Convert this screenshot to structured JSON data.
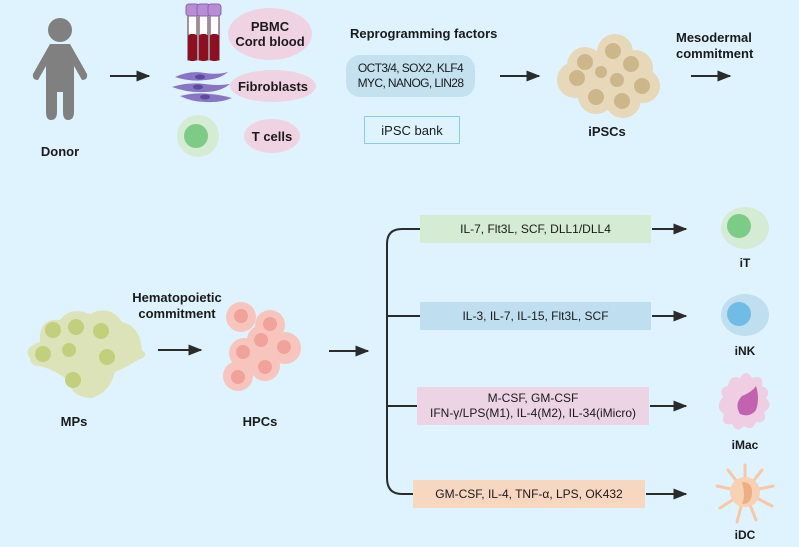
{
  "donor": {
    "label": "Donor",
    "icon": "person-icon"
  },
  "sources": [
    {
      "label_line1": "PBMC",
      "label_line2": "Cord blood",
      "icon": "blood-tubes-icon"
    },
    {
      "label_line1": "Fibroblasts",
      "label_line2": "",
      "icon": "fibroblast-cells-icon"
    },
    {
      "label_line1": "T cells",
      "label_line2": "",
      "icon": "t-cell-icon"
    }
  ],
  "reprogramming": {
    "title": "Reprogramming factors",
    "factors_line1": "OCT3/4, SOX2, KLF4",
    "factors_line2": "MYC, NANOG, LIN28",
    "bank": "iPSC bank"
  },
  "ipsc": {
    "label": "iPSCs"
  },
  "mesodermal": {
    "line1": "Mesodermal",
    "line2": "commitment"
  },
  "mps": {
    "label": "MPs"
  },
  "hematopoietic": {
    "line1": "Hematopoietic",
    "line2": "commitment"
  },
  "hpcs": {
    "label": "HPCs"
  },
  "branches": [
    {
      "factors_line1": "IL-7, Flt3L, SCF, DLL1/DLL4",
      "factors_line2": "",
      "color": "#d6ebd3",
      "product": "iT"
    },
    {
      "factors_line1": "IL-3, IL-7, IL-15, Flt3L, SCF",
      "factors_line2": "",
      "color": "#bfdeef",
      "product": "iNK"
    },
    {
      "factors_line1": "M-CSF, GM-CSF",
      "factors_line2": "IFN-γ/LPS(M1), IL-4(M2), IL-34(iMicro)",
      "color": "#ecd4e5",
      "product": "iMac"
    },
    {
      "factors_line1": "GM-CSF, IL-4, TNF-α, LPS, OK432",
      "factors_line2": "",
      "color": "#f8d7c0",
      "product": "iDC"
    }
  ],
  "colors": {
    "background": "#dff3fe",
    "person": "#808080",
    "source_oval": "#f0d3e3",
    "ipsc": "#e6d8b9",
    "mp": "#dde3b8",
    "hpc": "#f7c5be",
    "arrow": "#2b2b2b"
  }
}
